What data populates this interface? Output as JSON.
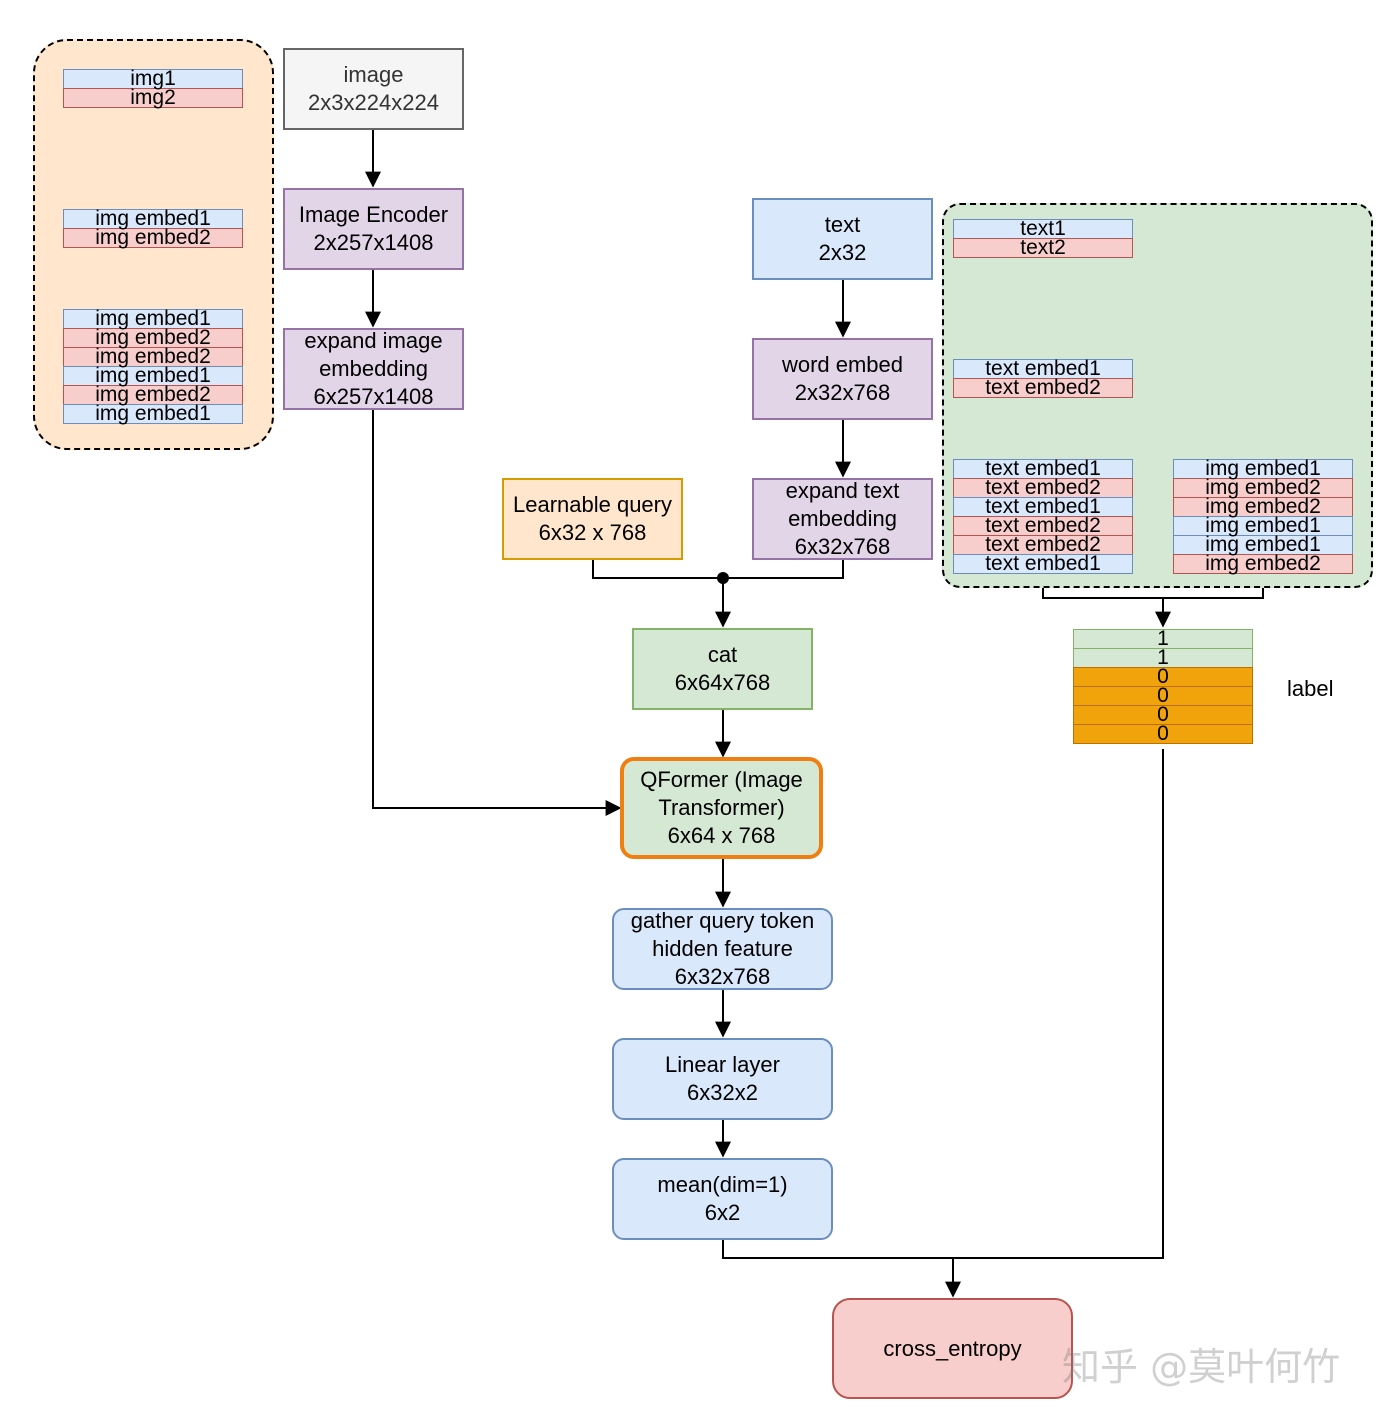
{
  "image_input": {
    "line1": "image",
    "line2": "2x3x224x224"
  },
  "image_encoder": {
    "line1": "Image Encoder",
    "line2": "2x257x1408"
  },
  "expand_image": {
    "line1": "expand image",
    "line2": "embedding",
    "line3": "6x257x1408"
  },
  "text_input": {
    "line1": "text",
    "line2": "2x32"
  },
  "word_embed": {
    "line1": "word embed",
    "line2": "2x32x768"
  },
  "expand_text": {
    "line1": "expand text",
    "line2": "embedding",
    "line3": "6x32x768"
  },
  "learnable_query": {
    "line1": "Learnable query",
    "line2": "6x32 x 768"
  },
  "cat": {
    "line1": "cat",
    "line2": "6x64x768"
  },
  "qformer": {
    "line1": "QFormer (Image",
    "line2": "Transformer)",
    "line3": "6x64 x 768"
  },
  "gather": {
    "line1": "gather query token",
    "line2": "hidden feature",
    "line3": "6x32x768"
  },
  "linear": {
    "line1": "Linear layer",
    "line2": "6x32x2"
  },
  "mean": {
    "line1": "mean(dim=1)",
    "line2": "6x2"
  },
  "cross_entropy": {
    "label": "cross_entropy"
  },
  "img_group": {
    "images": [
      "img1",
      "img2"
    ],
    "embeds": [
      "img embed1",
      "img embed2"
    ],
    "expanded": [
      "img embed1",
      "img embed2",
      "img embed2",
      "img embed1",
      "img embed2",
      "img embed1"
    ]
  },
  "text_group": {
    "texts": [
      "text1",
      "text2"
    ],
    "embeds": [
      "text embed1",
      "text embed2"
    ],
    "expanded_text": [
      "text embed1",
      "text embed2",
      "text embed1",
      "text embed2",
      "text embed2",
      "text embed1"
    ],
    "expanded_img": [
      "img embed1",
      "img embed2",
      "img embed2",
      "img embed1",
      "img embed1",
      "img embed2"
    ]
  },
  "labels": {
    "values": [
      "1",
      "1",
      "0",
      "0",
      "0",
      "0"
    ],
    "caption": "label"
  },
  "watermark": "知乎 @莫叶何竹"
}
